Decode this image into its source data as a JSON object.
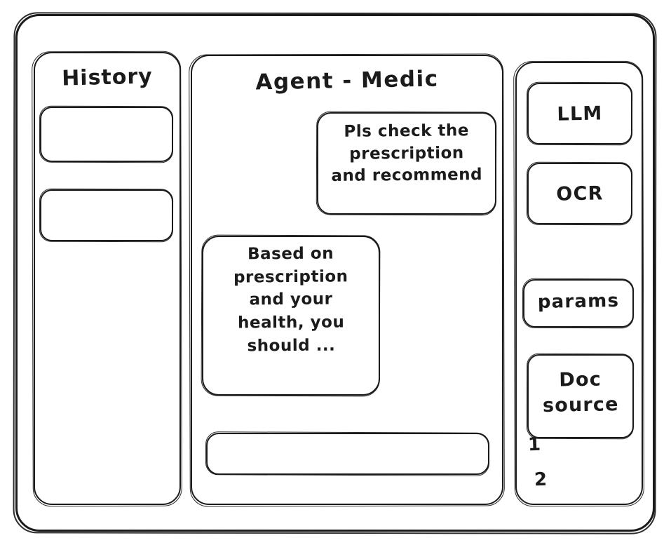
{
  "window": {
    "name": "agent-medic-wireframe"
  },
  "sidebar_history": {
    "title": "History",
    "items": [
      {
        "label": ""
      },
      {
        "label": ""
      }
    ]
  },
  "main": {
    "title": "Agent - Medic",
    "messages": [
      {
        "role": "user",
        "text": "Pls check the\nprescription\nand recommend"
      },
      {
        "role": "assistant",
        "text": "Based on\nprescription\nand your\nhealth, you\nshould ..."
      }
    ],
    "composer": {
      "value": "",
      "placeholder": ""
    }
  },
  "sidebar_tools": {
    "cards": [
      {
        "label": "LLM"
      },
      {
        "label": "OCR"
      },
      {
        "label": "params"
      },
      {
        "label": "Doc\nsource"
      }
    ],
    "doc_source_list": [
      {
        "label": "1"
      },
      {
        "label": "2"
      }
    ]
  },
  "colors": {
    "ink": "#1b1b1b",
    "paper": "#ffffff"
  }
}
